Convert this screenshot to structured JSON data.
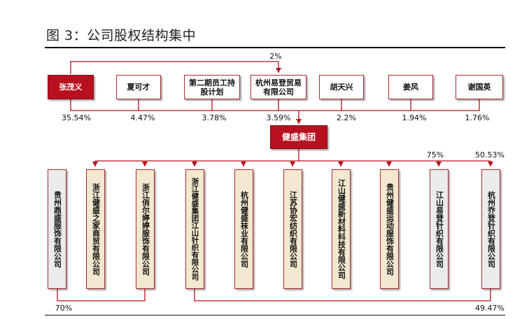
{
  "title": "图 3：公司股权结构集中",
  "shareholders": [
    {
      "name": "张茂义",
      "pct": "35.54%"
    },
    {
      "name": "夏可才",
      "pct": "4.47%"
    },
    {
      "name": "第二期员工持股计划",
      "pct": "3.78%"
    },
    {
      "name": "杭州易登贸易有限公司",
      "pct": "3.59%"
    },
    {
      "name": "胡天兴",
      "pct": "2.2%"
    },
    {
      "name": "姜风",
      "pct": "1.94%"
    },
    {
      "name": "谢国英",
      "pct": "1.76%"
    }
  ],
  "cross_pct": "2%",
  "group": {
    "name": "健盛集团"
  },
  "subsidiaries": [
    {
      "name": "贵州鼎盛服饰有限公司"
    },
    {
      "name": "浙江健盛之家商贸有限公司"
    },
    {
      "name": "浙江俏尔婷婷服饰有限公司"
    },
    {
      "name": "浙江健盛集团江山针织有限公司"
    },
    {
      "name": "杭州健盛袜业有限公司"
    },
    {
      "name": "江苏协宏纺织有限公司"
    },
    {
      "name": "江山健盛新材料科技有限公司"
    },
    {
      "name": "贵州健盛运动服饰有限公司"
    },
    {
      "name": "江山易登针织有限公司"
    },
    {
      "name": "杭州乔登针织有限公司"
    }
  ],
  "pcts": {
    "yideng_zhenzhi": "75%",
    "qiaodeng_top": "50.53%",
    "dingsheng": "70%",
    "qiaodeng_bottom": "49.47%"
  },
  "colors": {
    "accent": "#b8101f",
    "border": "#ad2a31",
    "beige": "#f2e8cf",
    "grey": "#ebebeb"
  }
}
